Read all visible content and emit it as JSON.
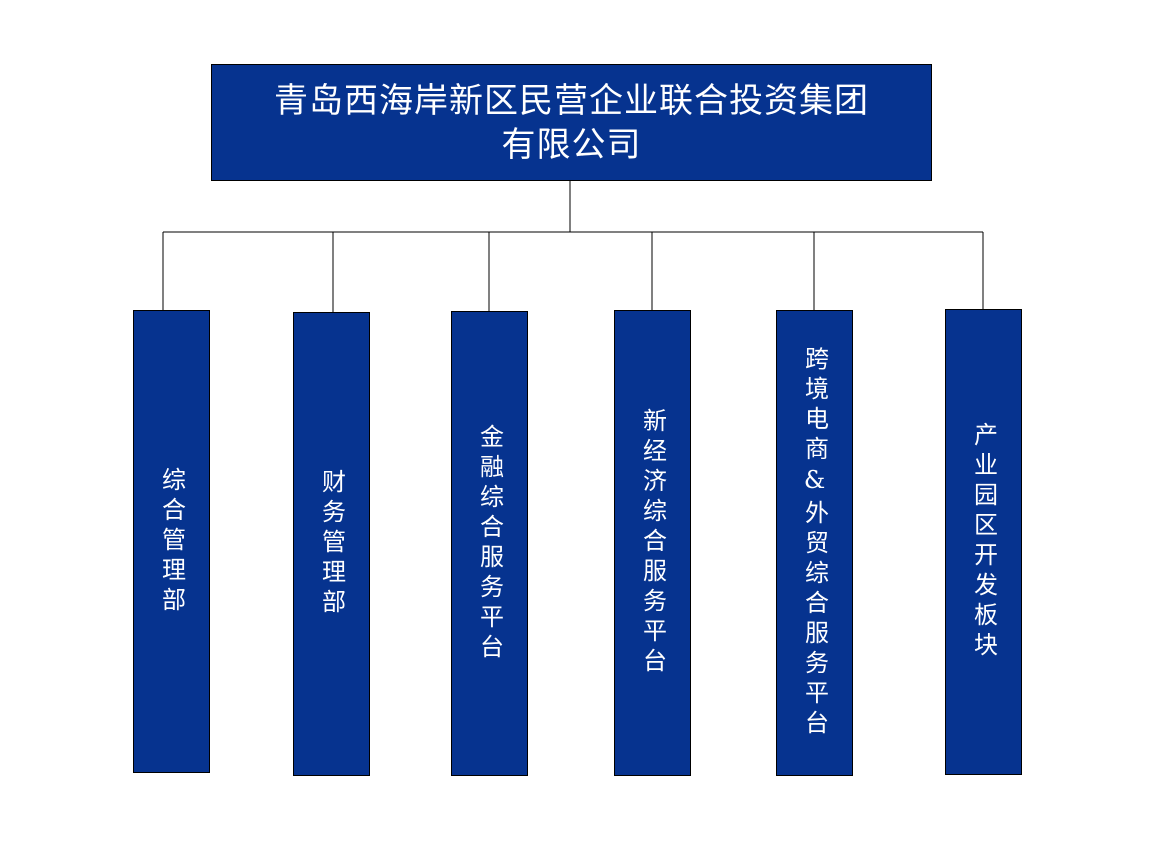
{
  "colors": {
    "box_fill": "#06338f",
    "text": "#ffffff",
    "line": "#000000"
  },
  "root": {
    "line1": "青岛西海岸新区民营企业联合投资集团",
    "line2": "有限公司"
  },
  "departments": [
    {
      "label": "综合管理部"
    },
    {
      "label": "财务管理部"
    },
    {
      "label": "金融综合服务平台"
    },
    {
      "label": "新经济综合服务平台"
    },
    {
      "label": "跨境电商&外贸综合服务平台"
    },
    {
      "label": "产业园区开发板块"
    }
  ]
}
